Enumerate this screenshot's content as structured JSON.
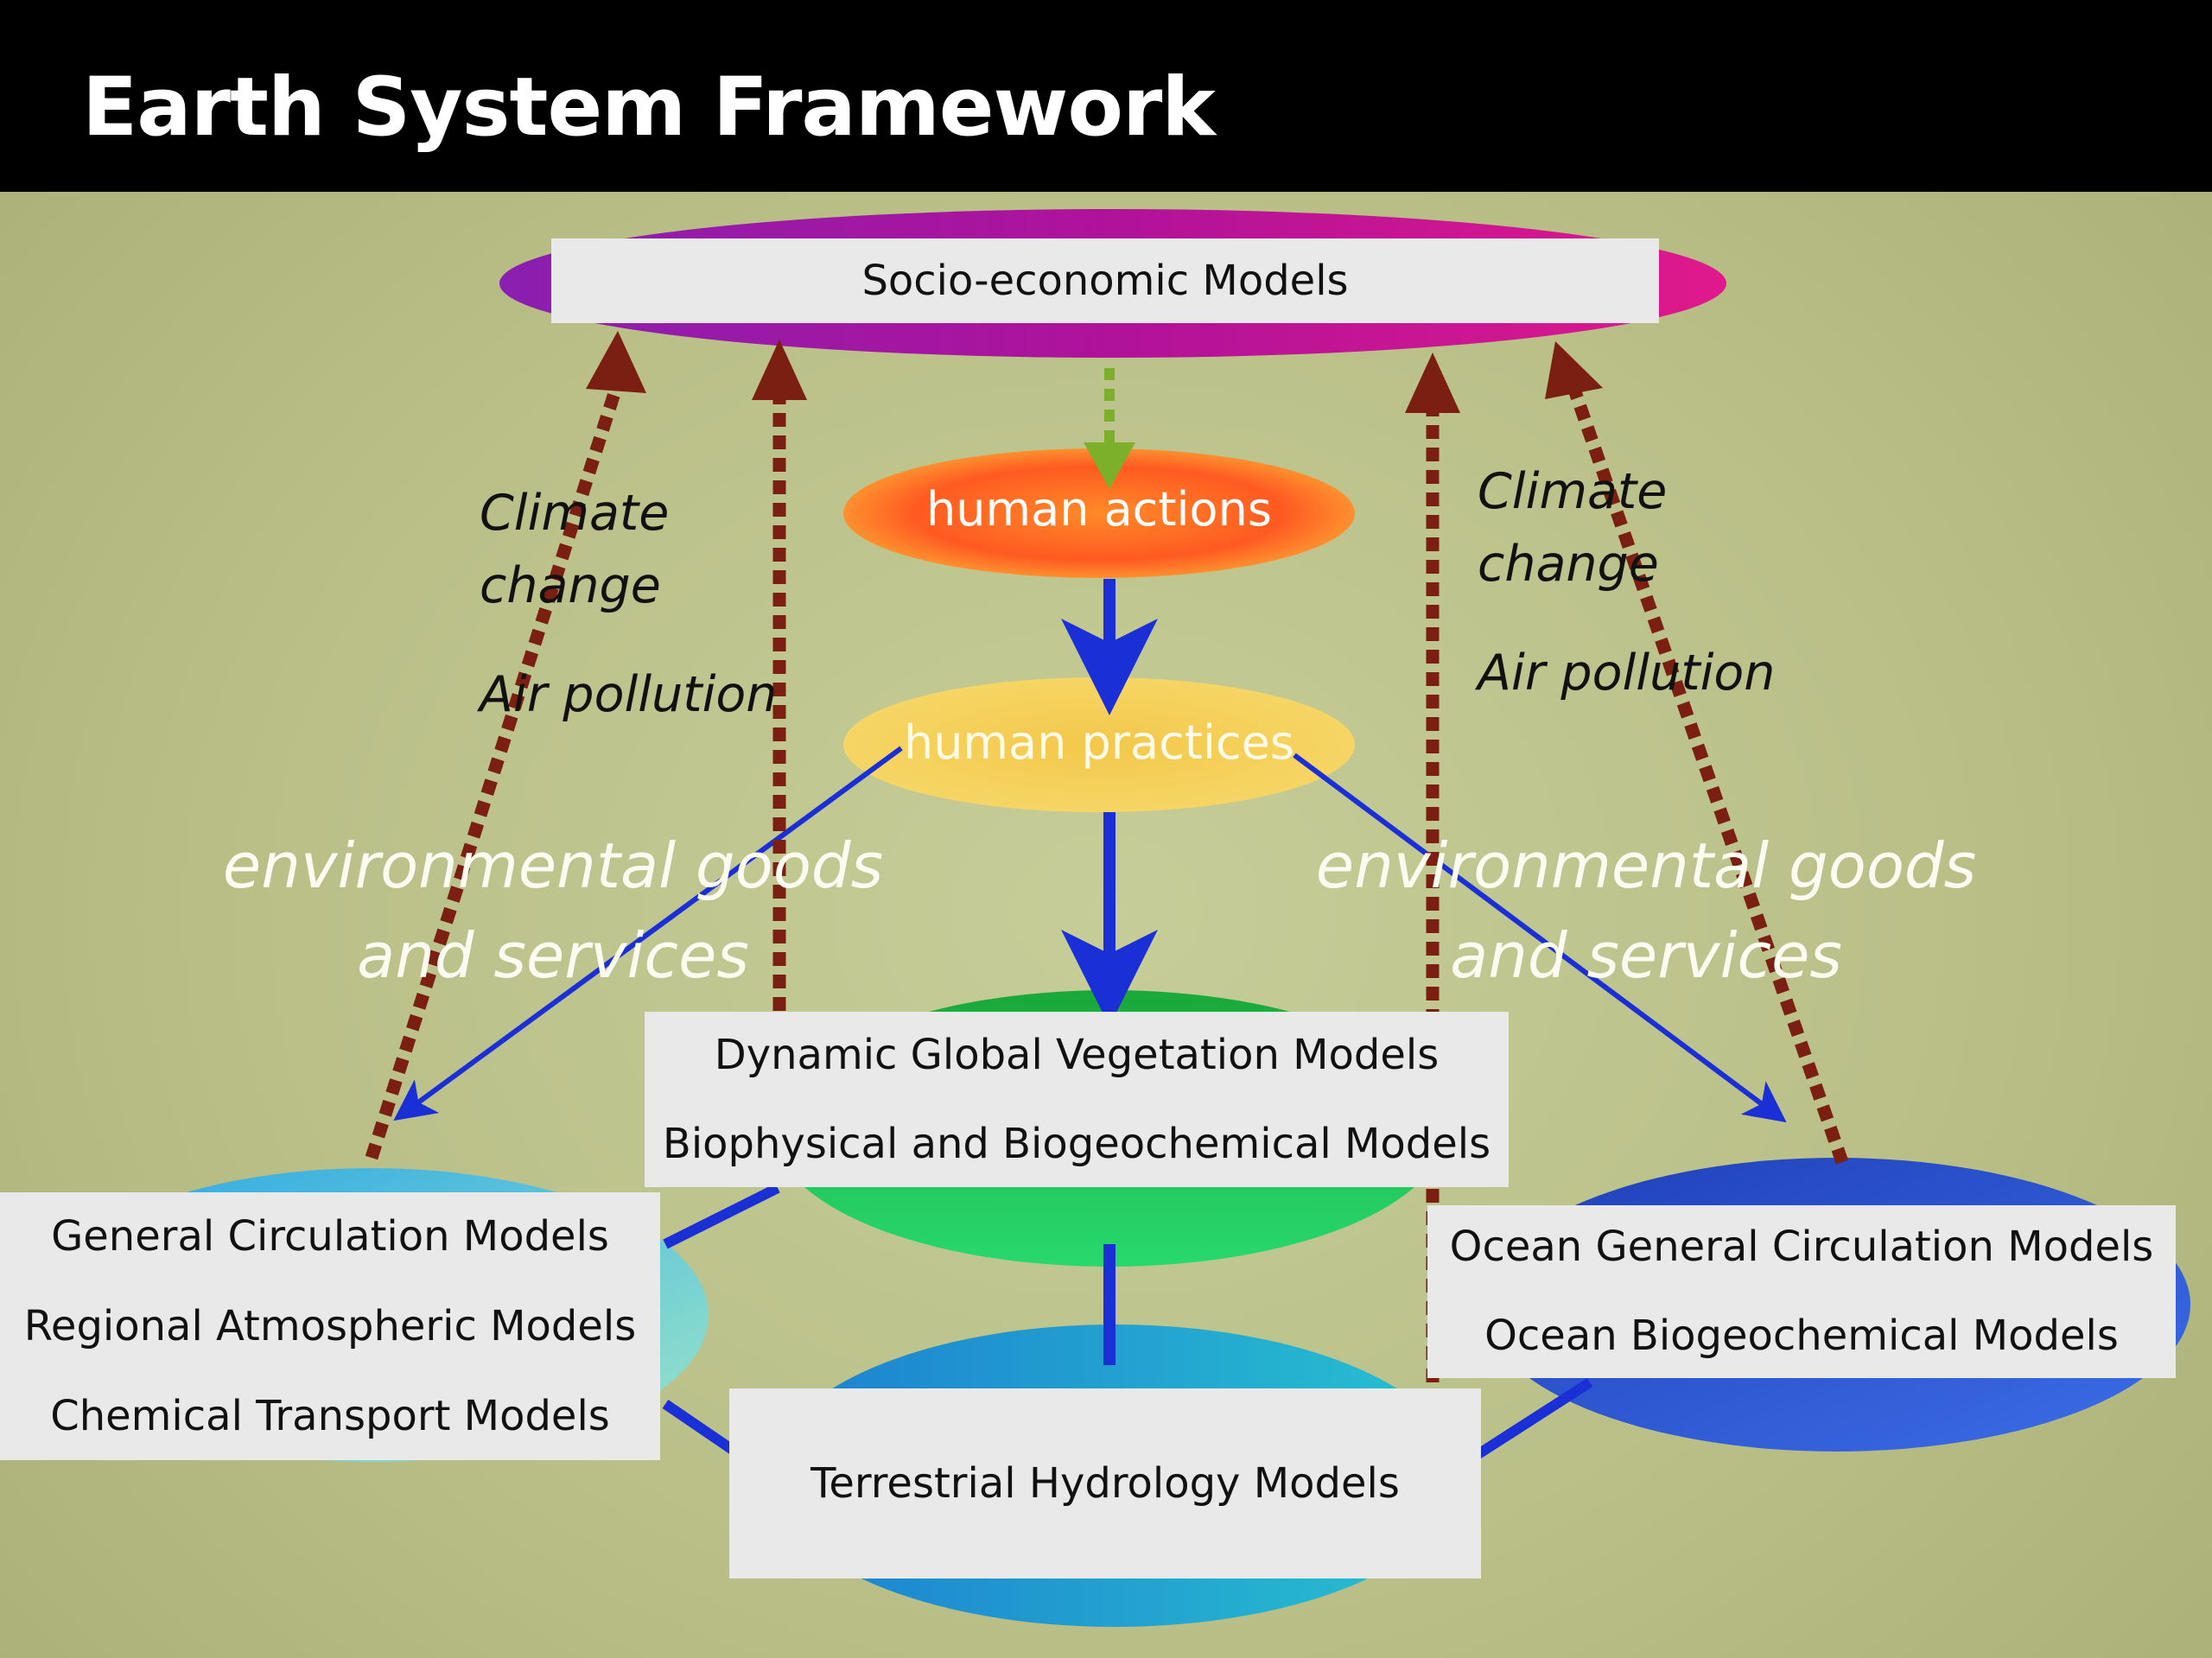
{
  "title": "Earth System Framework",
  "nodes": {
    "socio": "Socio-economic Models",
    "actions": "human actions",
    "practices": "human practices",
    "vegetation": [
      "Dynamic Global Vegetation Models",
      "Biophysical and Biogeochemical Models"
    ],
    "atmosphere": [
      "General Circulation Models",
      "Regional Atmospheric Models",
      "Chemical Transport Models"
    ],
    "ocean": [
      "Ocean General Circulation Models",
      "Ocean Biogeochemical Models"
    ],
    "hydrology": "Terrestrial Hydrology Models"
  },
  "annotations": {
    "left": [
      "Climate",
      "change",
      "Air pollution"
    ],
    "right": [
      "Climate",
      "change",
      "Air pollution"
    ]
  },
  "env_left": [
    "environmental goods",
    "and services"
  ],
  "env_right": [
    "environmental goods",
    "and services"
  ],
  "colors": {
    "background": "#bcc28b",
    "title_bar": "#000000",
    "feedback_arrow": "#7a1f12",
    "flow_arrow": "#1a2fd6",
    "socio_arrow": "#7cb02a"
  }
}
